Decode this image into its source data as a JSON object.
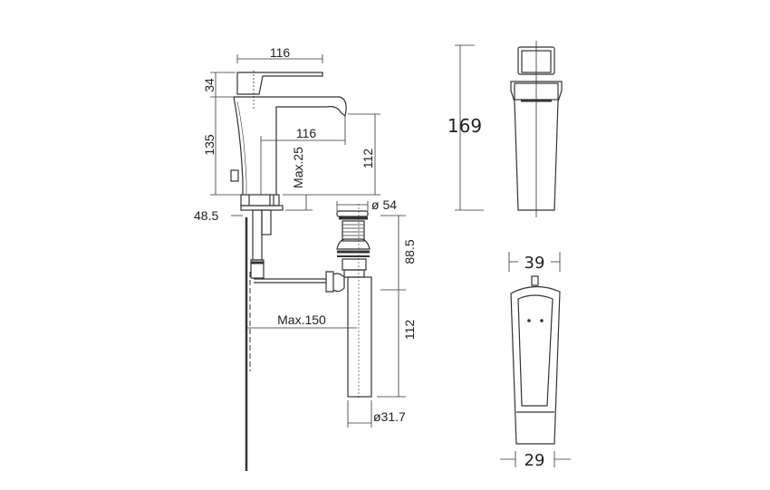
{
  "diagram": {
    "type": "technical-drawing",
    "subject": "basin faucet with pop-up waste",
    "colors": {
      "line": "#333333",
      "background": "#ffffff"
    },
    "side_view": {
      "dims": {
        "lever_length": "116",
        "lever_height": "34",
        "body_height": "135",
        "spout_reach": "116",
        "spout_height": "112",
        "max_deck": "Max.25",
        "tail_offset": "48.5",
        "waste_diameter": "ø 54",
        "waste_height": "88.5",
        "max_rod": "Max.150",
        "tail_length": "112",
        "tail_diameter": "ø31.7"
      }
    },
    "front_view": {
      "dims": {
        "height": "169"
      }
    },
    "top_view": {
      "dims": {
        "top_width": "39",
        "bottom_width": "29"
      }
    }
  }
}
